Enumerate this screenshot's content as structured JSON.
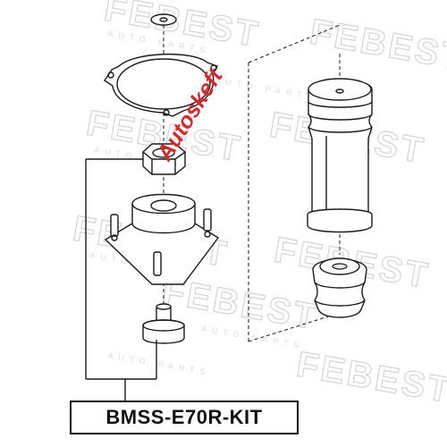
{
  "watermark": {
    "brand": "FEBEST",
    "sub": "AUTO PARTS"
  },
  "overlay_brand": "Autoskeft",
  "part_number": "BMSS-E70R-KIT",
  "colors": {
    "line": "#1a1a1a",
    "watermark": "#d4d4d4",
    "overlay": "#d22b2b",
    "background": "#ffffff"
  }
}
